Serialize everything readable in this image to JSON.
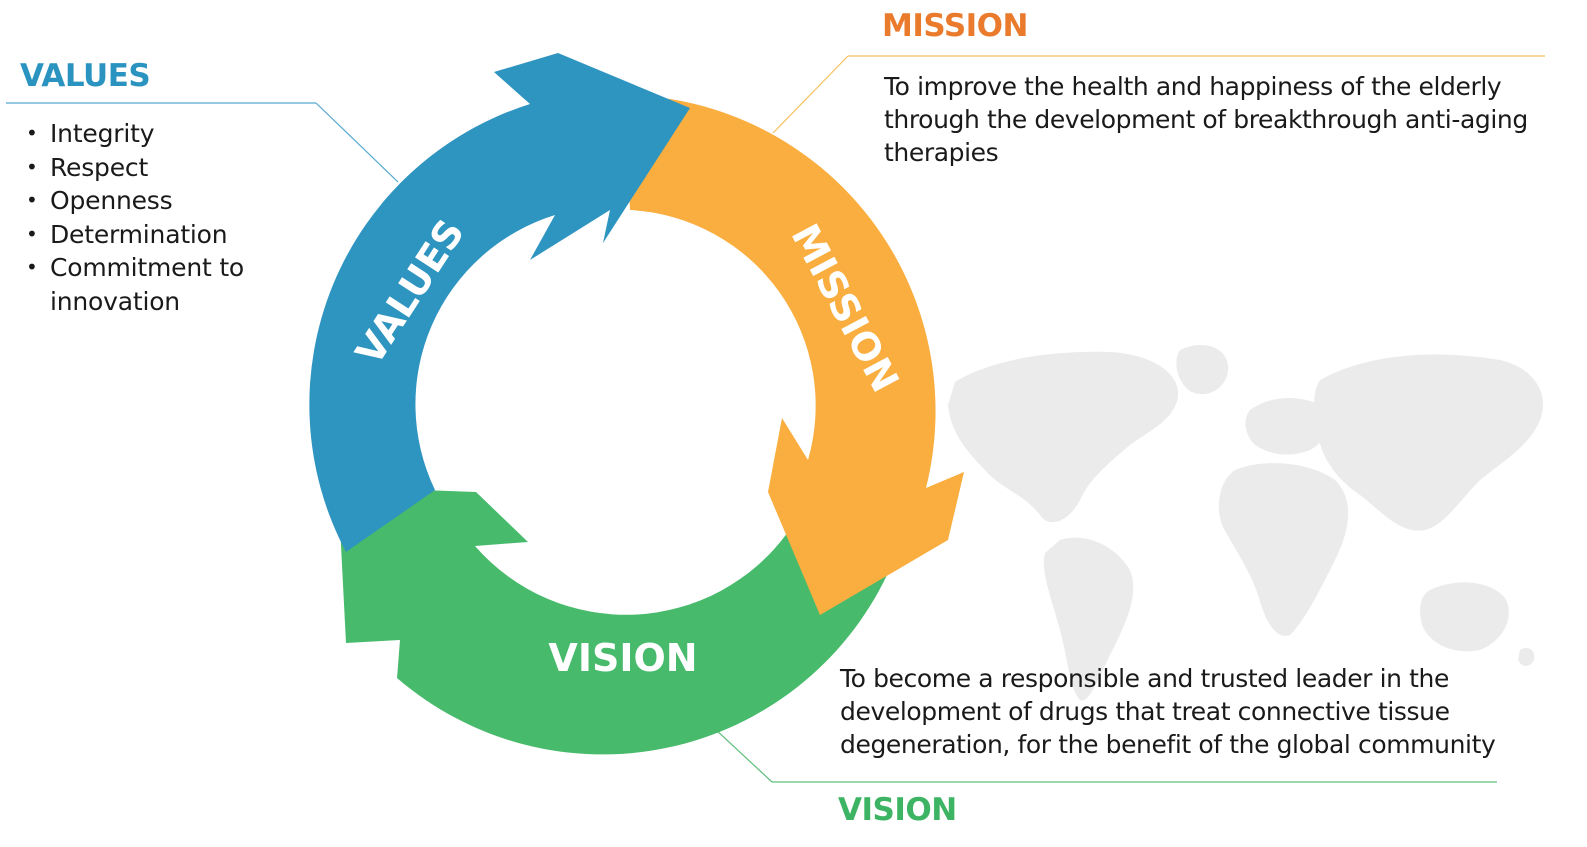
{
  "colors": {
    "values": "#2e94c0",
    "mission": "#f9ae3f",
    "vision": "#47ba6b",
    "mission_heading": "#ea7b2c",
    "values_heading": "#2a93c0",
    "vision_heading": "#3cb463",
    "map": "#ebebeb"
  },
  "cycle": {
    "values_label": "VALUES",
    "mission_label": "MISSION",
    "vision_label": "VISION"
  },
  "values": {
    "heading": "VALUES",
    "items": [
      "Integrity",
      "Respect",
      "Openness",
      "Determination",
      "Commitment to innovation"
    ]
  },
  "mission": {
    "heading": "MISSION",
    "text": "To improve the health and happiness of the elderly through the development of breakthrough anti-aging therapies"
  },
  "vision": {
    "heading": "VISION",
    "text": "To become a responsible and trusted leader in the development of drugs that treat connective tissue degeneration, for the benefit of the global community"
  },
  "background": {
    "icon": "world-map-icon"
  }
}
